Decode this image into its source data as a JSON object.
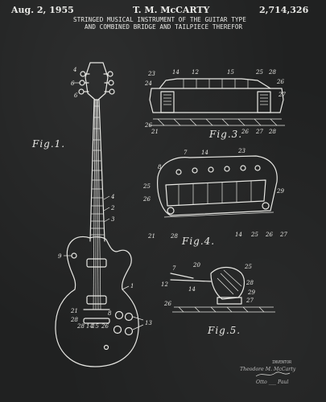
{
  "header": {
    "date": "Aug. 2, 1955",
    "inventor": "T. M. McCARTY",
    "patent_number": "2,714,326",
    "title_line1": "STRINGED MUSICAL INSTRUMENT OF THE GUITAR TYPE",
    "title_line2": "AND COMBINED BRIDGE AND TAILPIECE THEREFOR"
  },
  "figures": {
    "fig1": "Fig.1.",
    "fig3": "Fig.3.",
    "fig4": "Fig.4.",
    "fig5": "Fig.5."
  },
  "signature": {
    "inventor_label": "INVENTOR",
    "inventor_name": "Theodore M. McCarty",
    "attorney": "Otto ___ Paul"
  },
  "colors": {
    "background": "#202121",
    "ink": "#e8e8e4"
  }
}
